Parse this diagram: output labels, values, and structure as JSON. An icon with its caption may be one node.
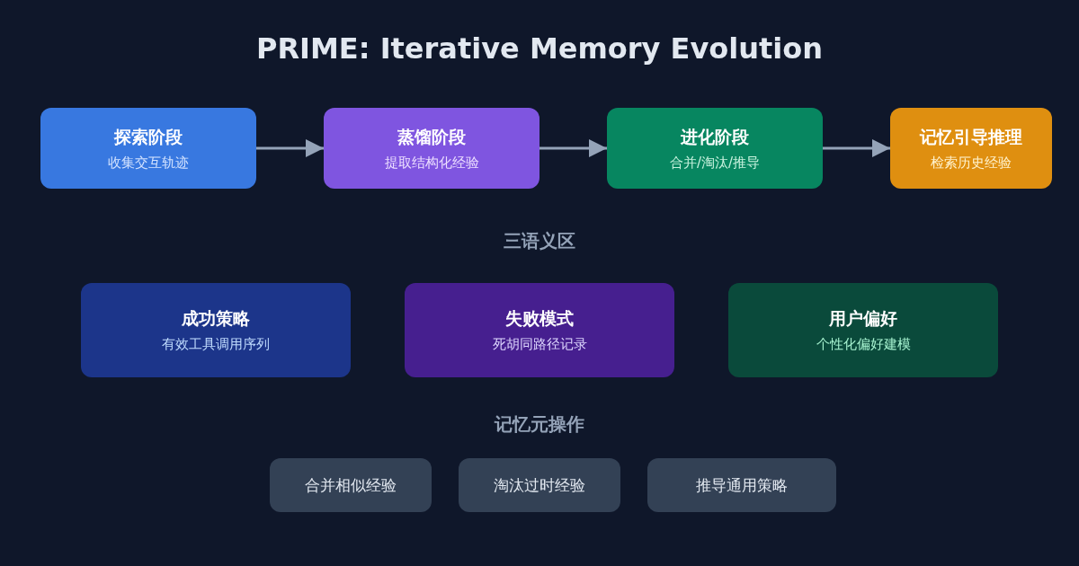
{
  "diagram": {
    "title": "PRIME: Iterative Memory Evolution",
    "nodes": [
      {
        "text": [
          "探索阶段",
          "收集交互轨迹"
        ]
      },
      {
        "text": [
          "蒸馏阶段",
          "提取结构化经验"
        ]
      },
      {
        "text": [
          "进化阶段",
          "合并/淘汰/推导"
        ]
      },
      {
        "text": [
          "记忆引导推理",
          "检索历史经验"
        ]
      },
      {
        "text": [
          "成功策略",
          "有效工具调用序列"
        ]
      },
      {
        "text": [
          "失败模式",
          "死胡同路径记录"
        ]
      },
      {
        "text": [
          "用户偏好",
          "个性化偏好建模"
        ]
      },
      {
        "text": [
          "合并相似经验"
        ]
      },
      {
        "text": [
          "淘汰过时经验"
        ]
      },
      {
        "text": [
          "推导通用策略"
        ]
      }
    ],
    "edges": [
      {
        "from": 0,
        "to": 1,
        "arrow": "to"
      },
      {
        "from": 1,
        "to": 2,
        "arrow": "to"
      },
      {
        "from": 2,
        "to": 3,
        "arrow": "to"
      }
    ],
    "labels": [
      "三语义区",
      "记忆元操作"
    ]
  }
}
